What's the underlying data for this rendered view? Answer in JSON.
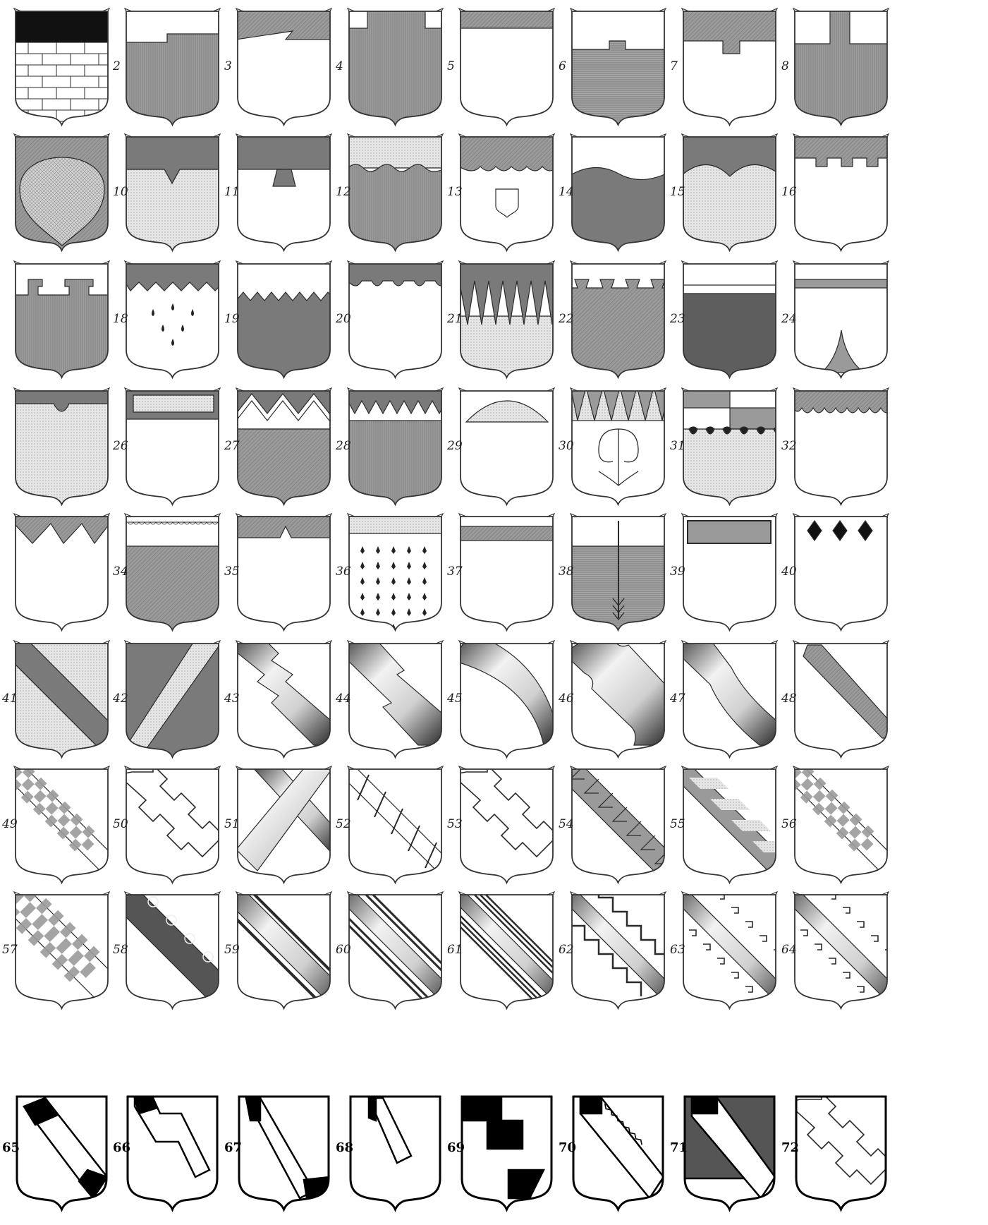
{
  "plate": {
    "colors": {
      "ink": "#2a2a2a",
      "gray": "#9a9a9a",
      "dark": "#7a7a7a",
      "light": "#e6e6e6",
      "paper": "#ffffff",
      "black": "#000000"
    },
    "rows": [
      {
        "row": 1,
        "style": "engraved",
        "shields": [
          {
            "number": "",
            "kind": "brick-chief"
          },
          {
            "number": "2",
            "kind": "chief-embattled-step"
          },
          {
            "number": "3",
            "kind": "chief-dancetty-one"
          },
          {
            "number": "4",
            "kind": "chief-reduced-gray"
          },
          {
            "number": "5",
            "kind": "chief-narrow"
          },
          {
            "number": "6",
            "kind": "chief-small-tower"
          },
          {
            "number": "7",
            "kind": "chief-with-tab"
          },
          {
            "number": "8",
            "kind": "chief-notched-gray"
          }
        ]
      },
      {
        "row": 2,
        "style": "engraved",
        "shields": [
          {
            "number": "",
            "kind": "arched-light"
          },
          {
            "number": "10",
            "kind": "chief-with-point"
          },
          {
            "number": "11",
            "kind": "chief-with-dovetail"
          },
          {
            "number": "12",
            "kind": "chief-nebuly"
          },
          {
            "number": "13",
            "kind": "chief-scalloped-escutcheon"
          },
          {
            "number": "14",
            "kind": "chief-wavy-dark"
          },
          {
            "number": "15",
            "kind": "chief-double-arch"
          },
          {
            "number": "16",
            "kind": "chief-embattled"
          }
        ]
      },
      {
        "row": 3,
        "style": "engraved",
        "shields": [
          {
            "number": "",
            "kind": "chief-potent"
          },
          {
            "number": "18",
            "kind": "chief-gouttes"
          },
          {
            "number": "19",
            "kind": "chief-indented"
          },
          {
            "number": "20",
            "kind": "chief-rounded-tabs"
          },
          {
            "number": "21",
            "kind": "chief-long-points"
          },
          {
            "number": "22",
            "kind": "chief-dovetailed"
          },
          {
            "number": "23",
            "kind": "fillet-over-dark"
          },
          {
            "number": "24",
            "kind": "fillet-with-pile"
          }
        ]
      },
      {
        "row": 4,
        "style": "engraved",
        "shields": [
          {
            "number": "",
            "kind": "chief-arched-light"
          },
          {
            "number": "26",
            "kind": "chief-bordered-panel"
          },
          {
            "number": "27",
            "kind": "chief-zigzag"
          },
          {
            "number": "28",
            "kind": "chief-indented-gray"
          },
          {
            "number": "29",
            "kind": "chief-mound-ermine"
          },
          {
            "number": "30",
            "kind": "chief-points-scroll"
          },
          {
            "number": "31",
            "kind": "chief-quarterly-fleur"
          },
          {
            "number": "32",
            "kind": "chief-invected"
          }
        ]
      },
      {
        "row": 5,
        "style": "engraved",
        "shields": [
          {
            "number": "",
            "kind": "chief-large-indented"
          },
          {
            "number": "34",
            "kind": "chief-fringed-dark"
          },
          {
            "number": "35",
            "kind": "chief-single-point"
          },
          {
            "number": "36",
            "kind": "chief-ermine-field"
          },
          {
            "number": "37",
            "kind": "chief-bar"
          },
          {
            "number": "38",
            "kind": "arrow-field"
          },
          {
            "number": "39",
            "kind": "chief-panel-dark"
          },
          {
            "number": "40",
            "kind": "three-lozenges"
          }
        ]
      },
      {
        "row": 6,
        "style": "engraved",
        "shields": [
          {
            "number": "41",
            "kind": "bend-dark-on-light"
          },
          {
            "number": "42",
            "kind": "bend-light-on-dark"
          },
          {
            "number": "43",
            "kind": "bend-embattled"
          },
          {
            "number": "44",
            "kind": "bend-stepped"
          },
          {
            "number": "45",
            "kind": "bend-arched"
          },
          {
            "number": "46",
            "kind": "bend-engrailed"
          },
          {
            "number": "47",
            "kind": "bend-bowed"
          },
          {
            "number": "48",
            "kind": "bend-hatched-narrow"
          }
        ]
      },
      {
        "row": 7,
        "style": "engraved",
        "shields": [
          {
            "number": "49",
            "kind": "bend-checky-light"
          },
          {
            "number": "50",
            "kind": "bend-potent"
          },
          {
            "number": "51",
            "kind": "bend-interlaced"
          },
          {
            "number": "52",
            "kind": "bend-ladder"
          },
          {
            "number": "53",
            "kind": "bend-cross-potent"
          },
          {
            "number": "54",
            "kind": "bend-chevronny"
          },
          {
            "number": "55",
            "kind": "bend-compony"
          },
          {
            "number": "56",
            "kind": "bend-checky"
          }
        ]
      },
      {
        "row": 8,
        "style": "engraved",
        "shields": [
          {
            "number": "57",
            "kind": "bend-checky-wide"
          },
          {
            "number": "58",
            "kind": "bend-foliate"
          },
          {
            "number": "59",
            "kind": "bend-cotised"
          },
          {
            "number": "60",
            "kind": "bend-double-cotised"
          },
          {
            "number": "61",
            "kind": "bend-triple-cotised"
          },
          {
            "number": "62",
            "kind": "bend-dancetty-cotises"
          },
          {
            "number": "63",
            "kind": "bend-fret-cotises"
          },
          {
            "number": "64",
            "kind": "bend-fret-wide"
          }
        ]
      },
      {
        "row": 9,
        "style": "woodcut",
        "shields": [
          {
            "number": "65",
            "kind": "wc-bend"
          },
          {
            "number": "66",
            "kind": "wc-bend-stepped"
          },
          {
            "number": "67",
            "kind": "wc-bend-narrow"
          },
          {
            "number": "68",
            "kind": "wc-bendlet"
          },
          {
            "number": "69",
            "kind": "wc-bend-counterchanged"
          },
          {
            "number": "70",
            "kind": "wc-bend-zigzag"
          },
          {
            "number": "71",
            "kind": "wc-bend-on-hatched"
          },
          {
            "number": "72",
            "kind": "wc-bend-potent"
          }
        ]
      }
    ]
  }
}
